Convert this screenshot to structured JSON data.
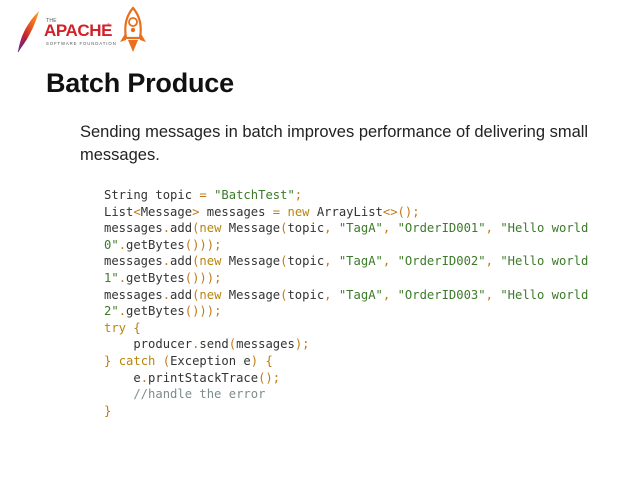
{
  "logo": {
    "the_text": "THE",
    "brand_text": "APACHE",
    "tm_text": "®",
    "sub_text": "SOFTWARE FOUNDATION"
  },
  "slide": {
    "title": "Batch Produce",
    "description": "Sending messages in batch improves performance of delivering small messages."
  },
  "colors": {
    "plain": "#333333",
    "operator": "#c07a16",
    "string": "#3d7a2a",
    "keyword": "#b8860b",
    "comment": "#7f8c8d",
    "apache_red": "#d22128",
    "rocket_orange": "#e86f1d"
  },
  "code_lines": [
    [
      [
        "plain",
        "String topic "
      ],
      [
        "op",
        "="
      ],
      [
        "plain",
        " "
      ],
      [
        "str",
        "\"BatchTest\""
      ],
      [
        "op",
        ";"
      ]
    ],
    [
      [
        "plain",
        "List"
      ],
      [
        "op",
        "<"
      ],
      [
        "plain",
        "Message"
      ],
      [
        "op",
        ">"
      ],
      [
        "plain",
        " messages "
      ],
      [
        "op",
        "="
      ],
      [
        "plain",
        " "
      ],
      [
        "kw",
        "new"
      ],
      [
        "plain",
        " ArrayList"
      ],
      [
        "op",
        "<>();"
      ]
    ],
    [
      [
        "plain",
        "messages"
      ],
      [
        "op",
        "."
      ],
      [
        "plain",
        "add"
      ],
      [
        "op",
        "("
      ],
      [
        "kw",
        "new"
      ],
      [
        "plain",
        " Message"
      ],
      [
        "op",
        "("
      ],
      [
        "plain",
        "topic"
      ],
      [
        "op",
        ","
      ],
      [
        "plain",
        " "
      ],
      [
        "str",
        "\"TagA\""
      ],
      [
        "op",
        ","
      ],
      [
        "plain",
        " "
      ],
      [
        "str",
        "\"OrderID001\""
      ],
      [
        "op",
        ","
      ],
      [
        "plain",
        " "
      ],
      [
        "str",
        "\"Hello world"
      ]
    ],
    [
      [
        "str",
        "0\""
      ],
      [
        "op",
        "."
      ],
      [
        "plain",
        "getBytes"
      ],
      [
        "op",
        "()));"
      ]
    ],
    [
      [
        "plain",
        "messages"
      ],
      [
        "op",
        "."
      ],
      [
        "plain",
        "add"
      ],
      [
        "op",
        "("
      ],
      [
        "kw",
        "new"
      ],
      [
        "plain",
        " Message"
      ],
      [
        "op",
        "("
      ],
      [
        "plain",
        "topic"
      ],
      [
        "op",
        ","
      ],
      [
        "plain",
        " "
      ],
      [
        "str",
        "\"TagA\""
      ],
      [
        "op",
        ","
      ],
      [
        "plain",
        " "
      ],
      [
        "str",
        "\"OrderID002\""
      ],
      [
        "op",
        ","
      ],
      [
        "plain",
        " "
      ],
      [
        "str",
        "\"Hello world"
      ]
    ],
    [
      [
        "str",
        "1\""
      ],
      [
        "op",
        "."
      ],
      [
        "plain",
        "getBytes"
      ],
      [
        "op",
        "()));"
      ]
    ],
    [
      [
        "plain",
        "messages"
      ],
      [
        "op",
        "."
      ],
      [
        "plain",
        "add"
      ],
      [
        "op",
        "("
      ],
      [
        "kw",
        "new"
      ],
      [
        "plain",
        " Message"
      ],
      [
        "op",
        "("
      ],
      [
        "plain",
        "topic"
      ],
      [
        "op",
        ","
      ],
      [
        "plain",
        " "
      ],
      [
        "str",
        "\"TagA\""
      ],
      [
        "op",
        ","
      ],
      [
        "plain",
        " "
      ],
      [
        "str",
        "\"OrderID003\""
      ],
      [
        "op",
        ","
      ],
      [
        "plain",
        " "
      ],
      [
        "str",
        "\"Hello world"
      ]
    ],
    [
      [
        "str",
        "2\""
      ],
      [
        "op",
        "."
      ],
      [
        "plain",
        "getBytes"
      ],
      [
        "op",
        "()));"
      ]
    ],
    [
      [
        "kw",
        "try"
      ],
      [
        "plain",
        " "
      ],
      [
        "op",
        "{"
      ]
    ],
    [
      [
        "plain",
        "    producer"
      ],
      [
        "op",
        "."
      ],
      [
        "plain",
        "send"
      ],
      [
        "op",
        "("
      ],
      [
        "plain",
        "messages"
      ],
      [
        "op",
        ");"
      ]
    ],
    [
      [
        "op",
        "}"
      ],
      [
        "plain",
        " "
      ],
      [
        "kw",
        "catch"
      ],
      [
        "plain",
        " "
      ],
      [
        "op",
        "("
      ],
      [
        "plain",
        "Exception e"
      ],
      [
        "op",
        ")"
      ],
      [
        "plain",
        " "
      ],
      [
        "op",
        "{"
      ]
    ],
    [
      [
        "plain",
        "    e"
      ],
      [
        "op",
        "."
      ],
      [
        "plain",
        "printStackTrace"
      ],
      [
        "op",
        "();"
      ]
    ],
    [
      [
        "comment",
        "    //handle the error"
      ]
    ],
    [
      [
        "op",
        "}"
      ]
    ]
  ]
}
